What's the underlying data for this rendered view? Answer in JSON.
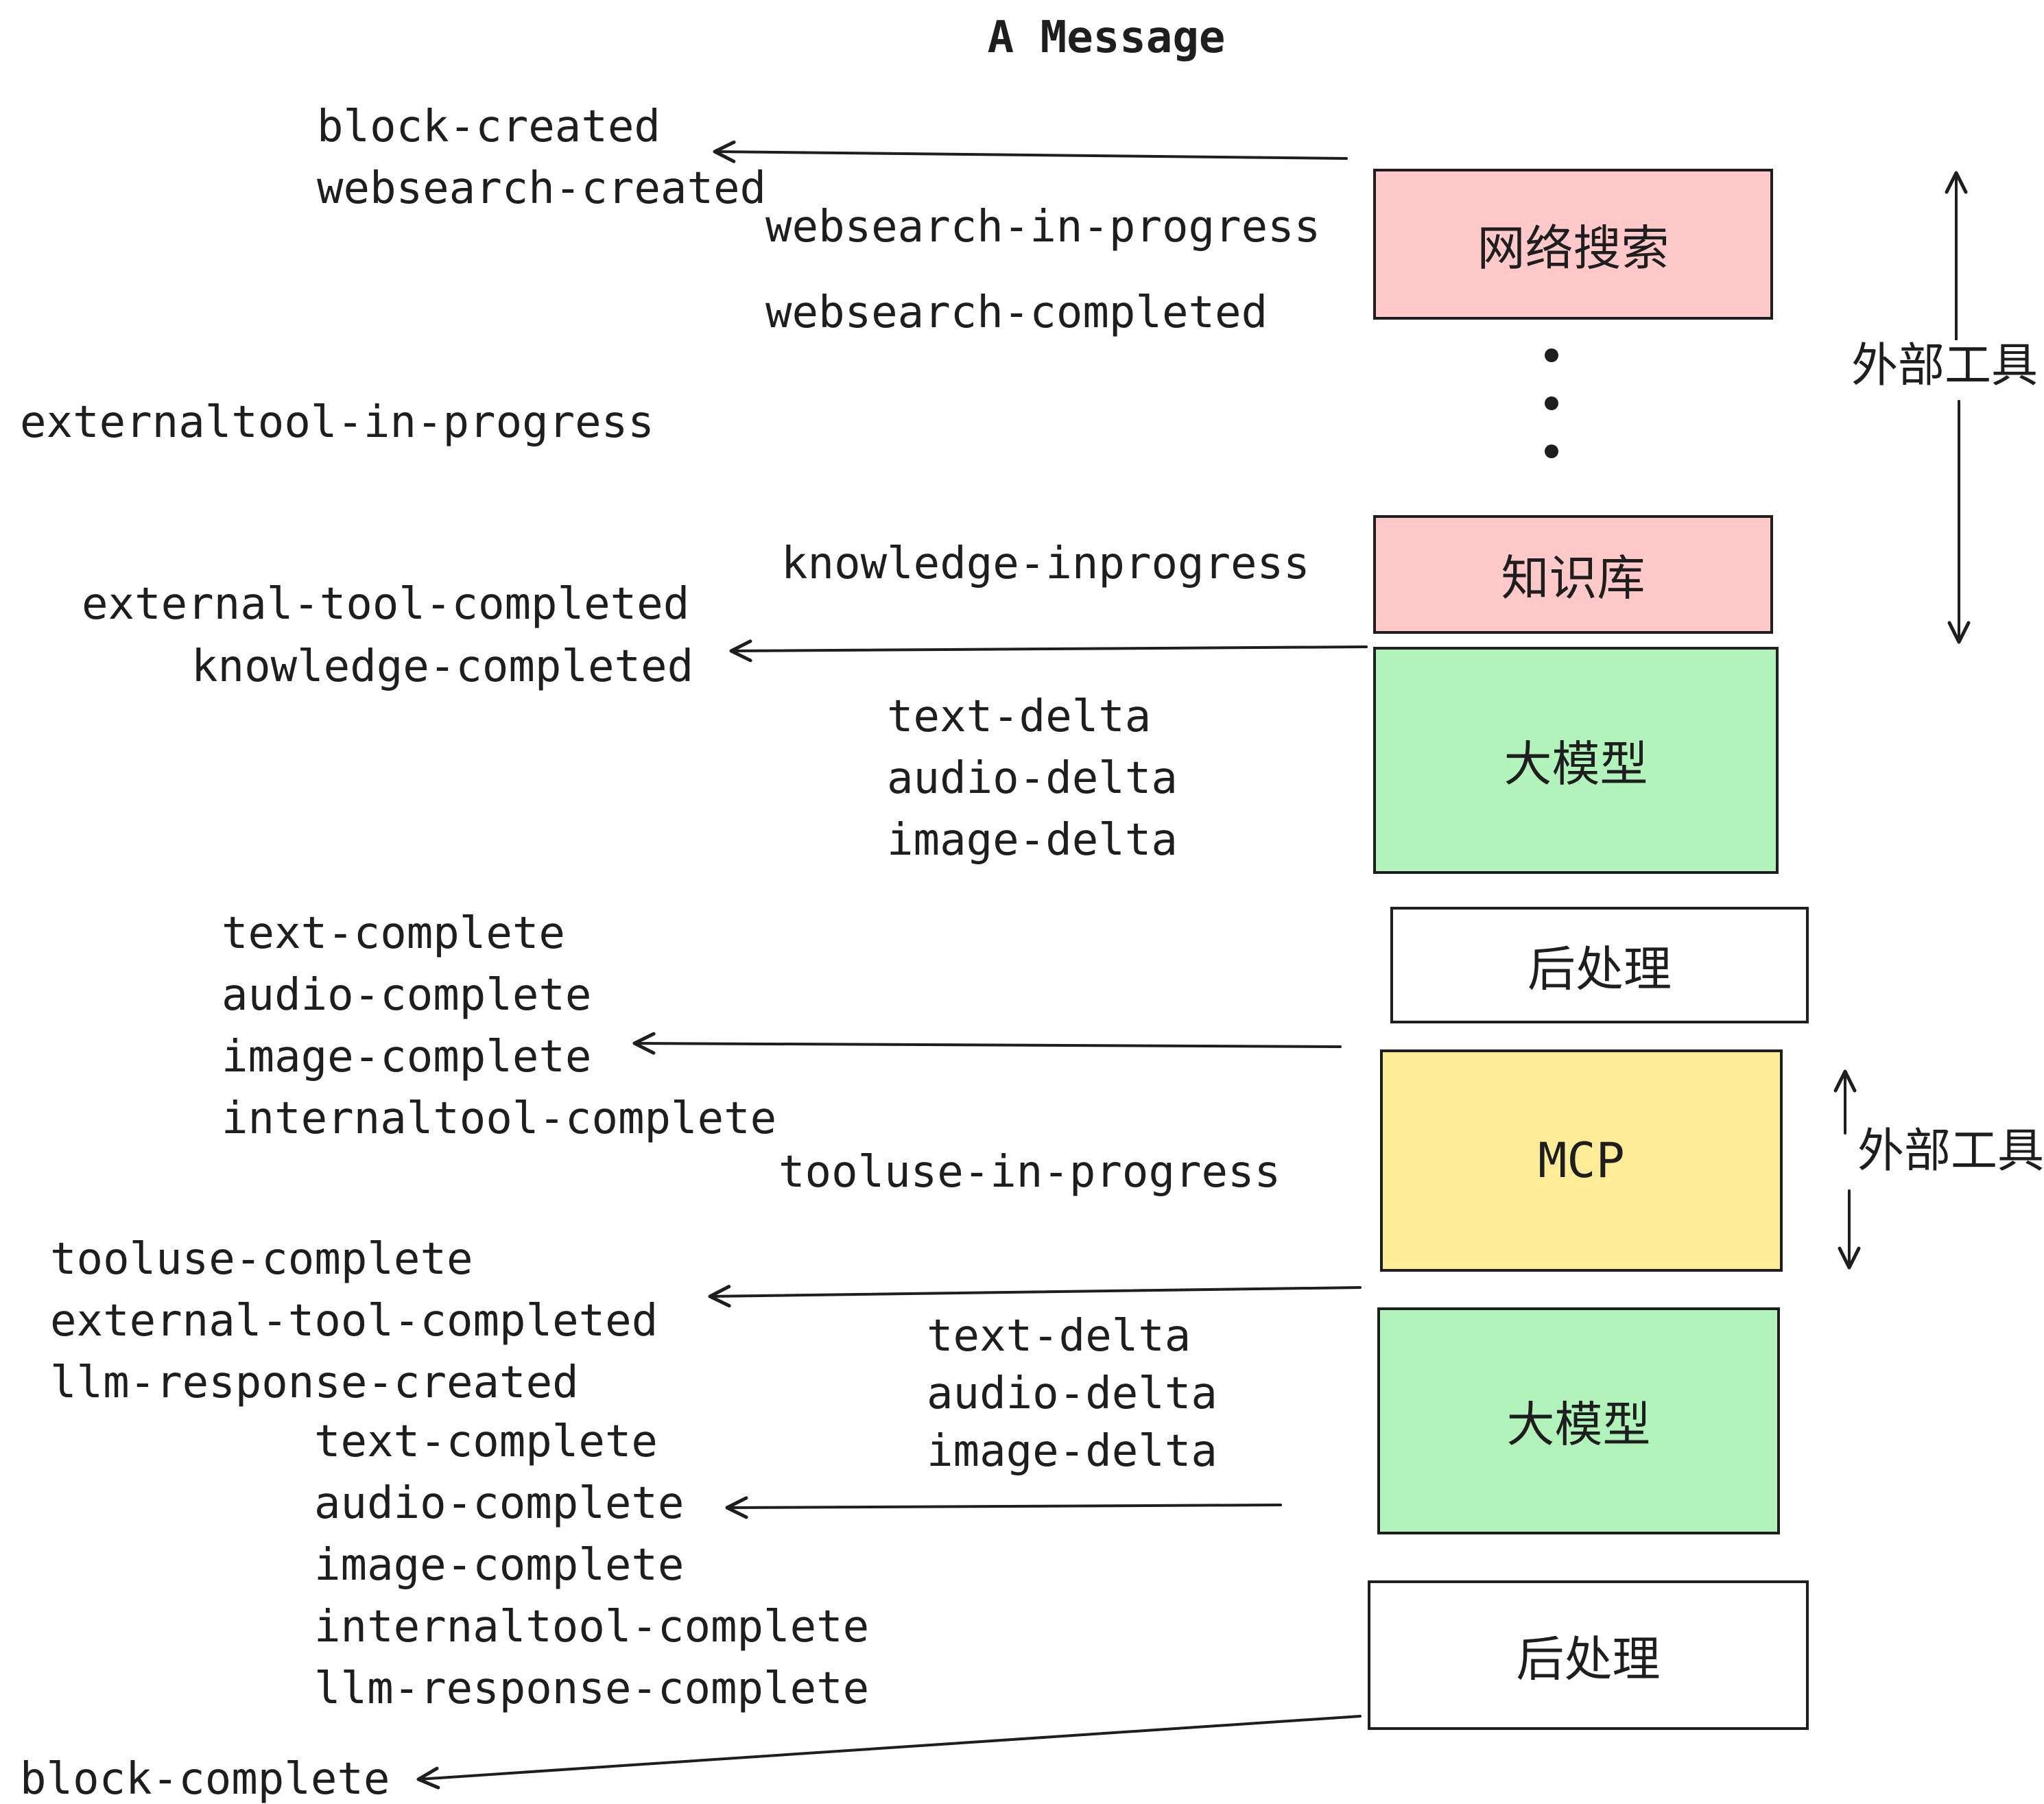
{
  "title": "A Message",
  "events": {
    "block_created": "block-created",
    "websearch_created": "websearch-created",
    "websearch_in_progress": "websearch-in-progress",
    "websearch_completed": "websearch-completed",
    "externaltool_in_progress": "externaltool-in-progress",
    "knowledge_inprogress": "knowledge-inprogress",
    "external_tool_completed": "external-tool-completed",
    "knowledge_completed": "knowledge-completed",
    "text_delta": "text-delta",
    "audio_delta": "audio-delta",
    "image_delta": "image-delta",
    "text_complete": "text-complete",
    "audio_complete": "audio-complete",
    "image_complete": "image-complete",
    "internaltool_complete": "internaltool-complete",
    "tooluse_in_progress": "tooluse-in-progress",
    "tooluse_complete": "tooluse-complete",
    "llm_response_created": "llm-response-created",
    "llm_response_complete": "llm-response-complete",
    "block_complete": "block-complete"
  },
  "nodes": {
    "websearch": "网络搜索",
    "knowledge": "知识库",
    "llm": "大模型",
    "postprocess": "后处理",
    "mcp": "MCP"
  },
  "annotations": {
    "external_tools": "外部工具"
  },
  "colors": {
    "ink": "#1e1e1e",
    "box-pink": "#ffc9c9",
    "box-green": "#b2f2bb",
    "box-yellow": "#ffec99",
    "box-white": "#ffffff",
    "bg": "#ffffff"
  }
}
